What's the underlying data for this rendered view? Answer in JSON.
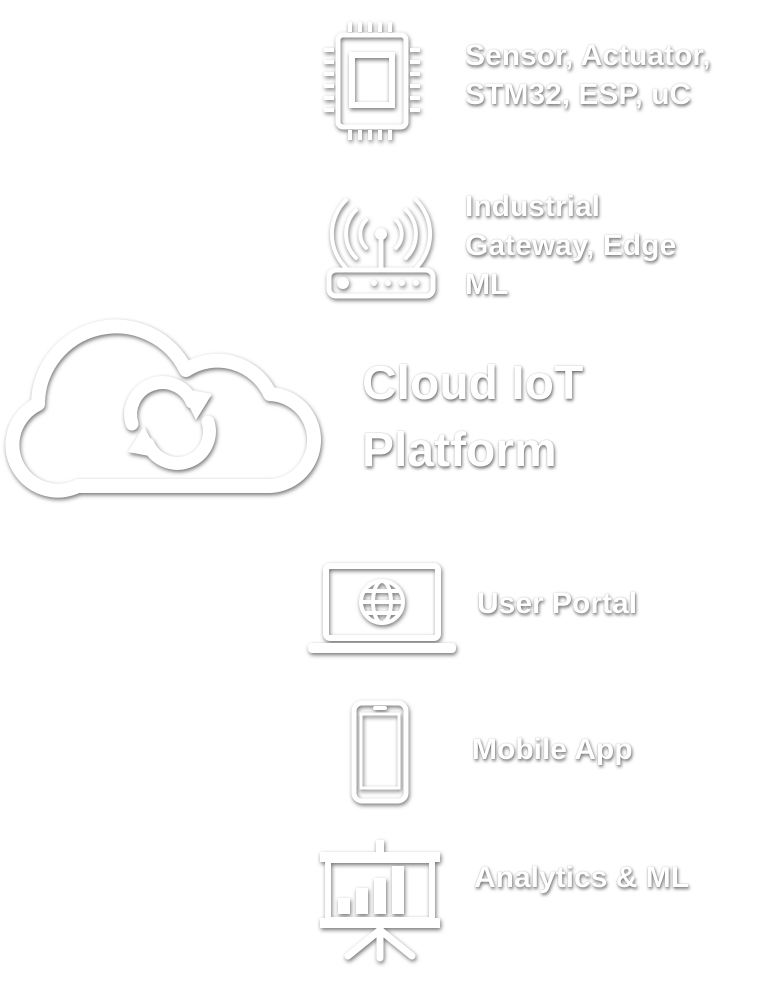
{
  "colors": {
    "background": "#ffffff",
    "foreground": "#ffffff",
    "shadow": "#000000"
  },
  "items": [
    {
      "id": "device",
      "icon": "microchip-icon",
      "label": "Sensor, Actuator,\nSTM32, ESP, uC"
    },
    {
      "id": "gateway",
      "icon": "wireless-router-icon",
      "label": "Industrial\nGateway, Edge\nML"
    },
    {
      "id": "cloud",
      "icon": "cloud-sync-icon",
      "label": "Cloud IoT\nPlatform"
    },
    {
      "id": "portal",
      "icon": "laptop-globe-icon",
      "label": "User Portal"
    },
    {
      "id": "mobile",
      "icon": "smartphone-icon",
      "label": "Mobile App"
    },
    {
      "id": "analytics",
      "icon": "presentation-chart-icon",
      "label": "Analytics & ML"
    }
  ]
}
